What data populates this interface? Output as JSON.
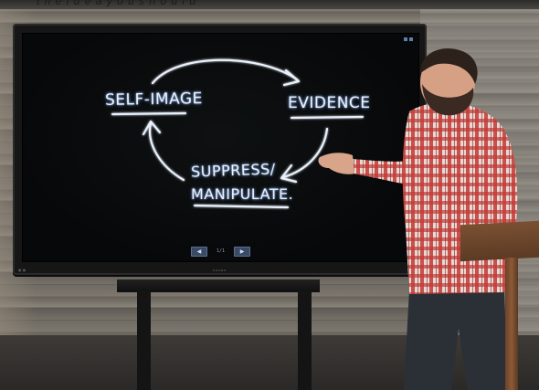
{
  "caption": "t  h  e    i  d  e  a    y  o  u    s  h  o  u  l  d",
  "whiteboard": {
    "node_self_image": "SELF-IMAGE",
    "node_evidence": "EVIDENCE",
    "node_suppress": "SUPPRESS/",
    "node_manipulate": "MANIPULATE.",
    "ink_color": "#e9f1fb"
  },
  "display_controls": {
    "prev_icon": "◀",
    "page_indicator": "1/1",
    "next_icon": "▶",
    "brand_text": "SHARP"
  },
  "colors": {
    "shirt": "#b8322f",
    "jeans": "#2b2f36",
    "podium": "#7a5032"
  }
}
